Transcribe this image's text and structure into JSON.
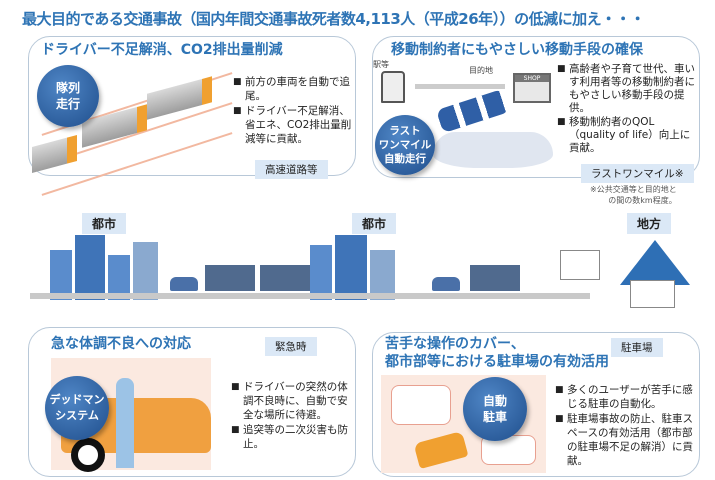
{
  "header": {
    "title": "最大目的である交通事故（国内年間交通事故死者数4,113人（平成26年））の低減に加え・・・"
  },
  "panels": {
    "platooning": {
      "title": "ドライバー不足解消、CO2排出量削減",
      "circle": "隊列\n走行",
      "bullets": [
        "前方の車両を自動で追尾。",
        "ドライバー不足解消、省エネ、CO2排出量削減等に貢献。"
      ],
      "tag": "高速道路等"
    },
    "last_mile": {
      "title": "移動制約者にもやさしい移動手段の確保",
      "circle": "ラスト\nワンマイル\n自動走行",
      "station_label": "駅等",
      "destination_label": "目的地",
      "shop_sign": "SHOP",
      "bullets": [
        "高齢者や子育て世代、車いす利用者等の移動制約者にもやさしい移動手段の提供。",
        "移動制約者のQOL（quality of life）向上に貢献。"
      ],
      "tag": "ラストワンマイル※",
      "footnote": "※公共交通等と目的地と\nの間の数km程度。"
    },
    "deadman": {
      "title": "急な体調不良への対応",
      "circle": "デッドマン\nシステム",
      "bullets": [
        "ドライバーの突然の体調不良時に、自動で安全な場所に待避。",
        "追突等の二次災害も防止。"
      ],
      "tag": "緊急時"
    },
    "parking": {
      "title_line1": "苦手な操作のカバー、",
      "title_line2": "都市部等における駐車場の有効活用",
      "circle": "自動\n駐車",
      "bullets": [
        "多くのユーザーが苦手に感じる駐車の自動化。",
        "駐車場事故の防止、駐車スペースの有効活用（都市部の駐車場不足の解消）に貢献。"
      ],
      "tag": "駐車場"
    }
  },
  "scene": {
    "labels": [
      "都市",
      "都市",
      "地方"
    ]
  }
}
